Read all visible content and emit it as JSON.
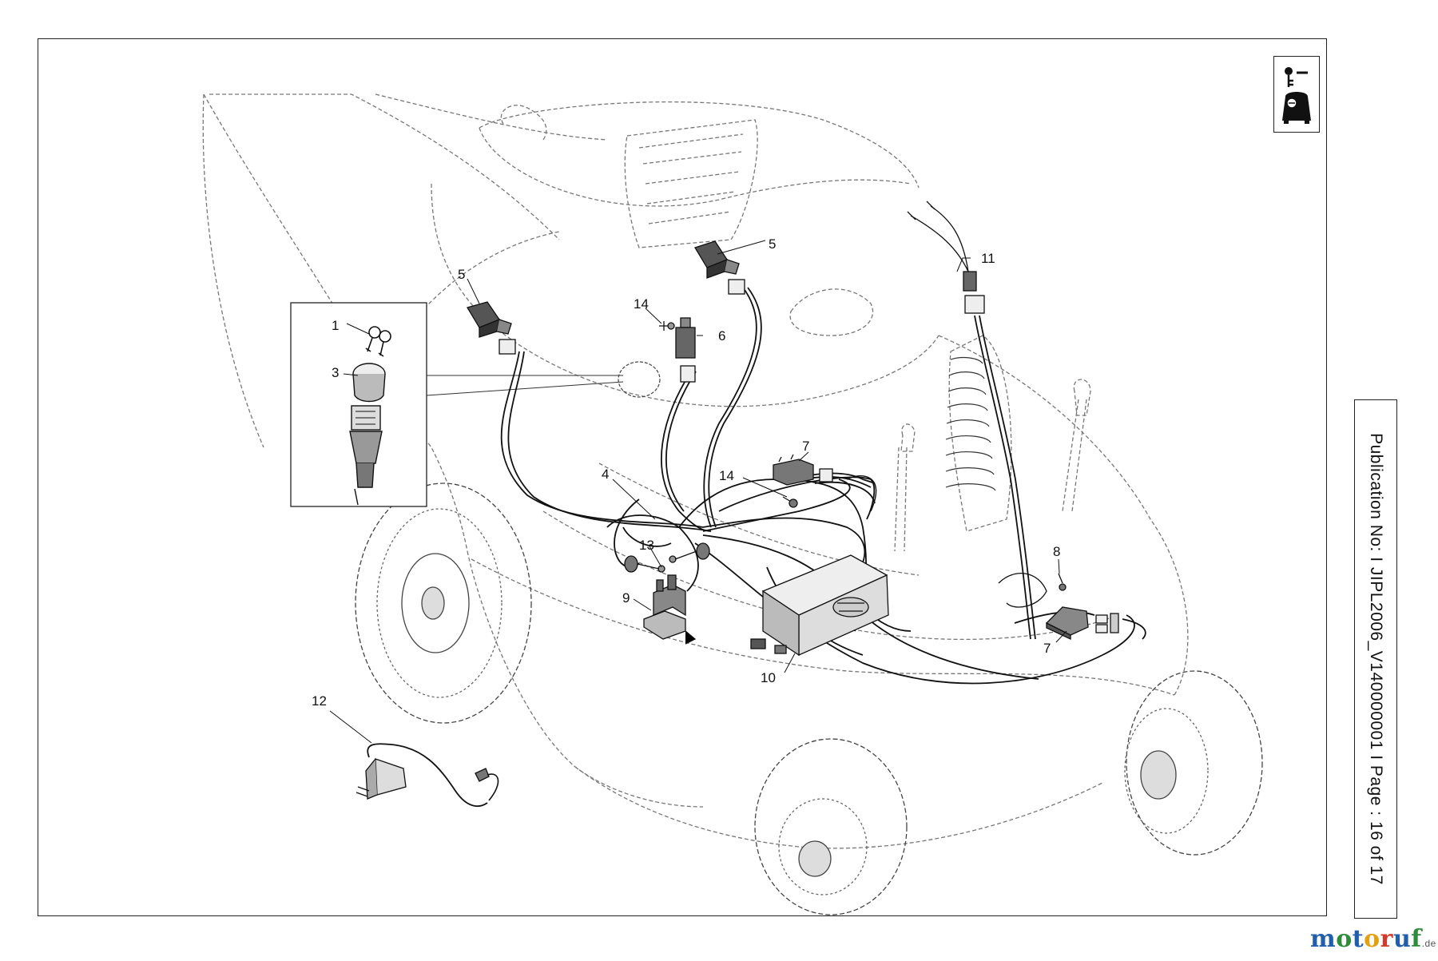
{
  "callouts": {
    "c1": "1",
    "c3": "3",
    "c5a": "5",
    "c5b": "5",
    "c14a": "14",
    "c6": "6",
    "c11": "11",
    "c7a": "7",
    "c14b": "14",
    "c4": "4",
    "c13": "13",
    "c9": "9",
    "c8": "8",
    "c7b": "7",
    "c10": "10",
    "c12": "12"
  },
  "publication": "Publication No:  I   JIPL2006_V140000001 I  Page : 16 of 17",
  "brand": {
    "letters": [
      "m",
      "o",
      "t",
      "o",
      "r",
      "u",
      "f"
    ],
    "colors": [
      "#1f5fae",
      "#2e8b3a",
      "#1f5fae",
      "#e2a013",
      "#d43a2a",
      "#1f5fae",
      "#2e8b3a"
    ],
    "suffix": ".de"
  },
  "icons": {
    "key_switch": "ignition-key-icon"
  }
}
